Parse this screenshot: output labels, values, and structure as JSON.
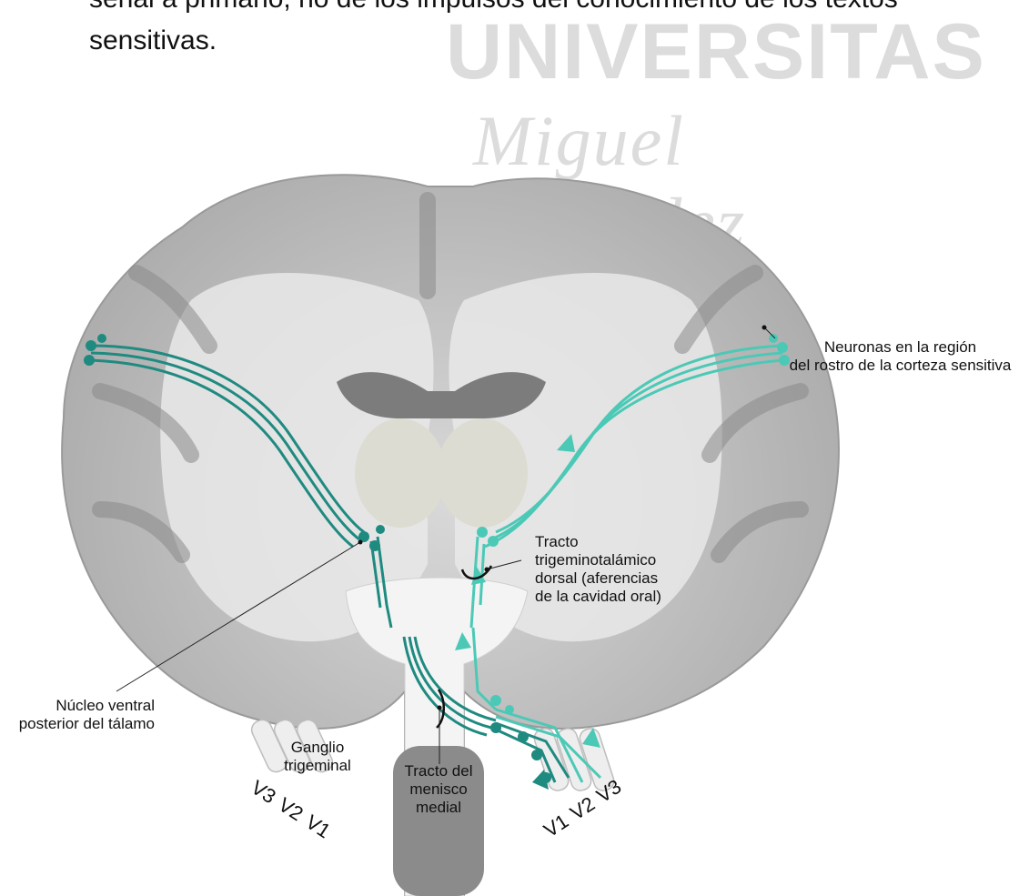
{
  "watermark": {
    "line1": "UNIVERSITAS",
    "line2": "Miguel",
    "line3": "Hernández"
  },
  "intro": {
    "line1": "señal a primario, no de los impulsos del conocimiento de los textos",
    "line2": "sensitivas."
  },
  "labels": {
    "cortex_neurons_1": "Neuronas en la región",
    "cortex_neurons_2": "del rostro de la corteza sensitiva",
    "dorsal_tract_1": "Tracto",
    "dorsal_tract_2": "trigeminotalámico",
    "dorsal_tract_3": "dorsal (aferencias",
    "dorsal_tract_4": "de la cavidad oral)",
    "vpm_1": "Núcleo ventral",
    "vpm_2": "posterior del tálamo",
    "ganglion_1": "Ganglio",
    "ganglion_2": "trigeminal",
    "lemniscus_1": "Tracto del",
    "lemniscus_2": "menisco",
    "lemniscus_3": "medial"
  },
  "nerves_left": [
    "V3",
    "V2",
    "V1"
  ],
  "nerves_right": [
    "V1",
    "V2",
    "V3"
  ],
  "colors": {
    "dark_teal": "#1f8a80",
    "light_teal": "#4cc9b6",
    "brain_gray": "#b9b9b9",
    "white_matter": "#e9e9e9"
  }
}
